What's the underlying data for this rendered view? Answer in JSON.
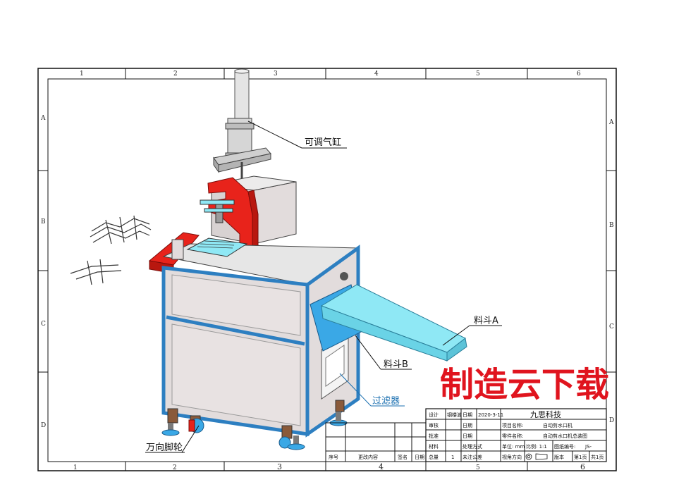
{
  "border": {
    "top_columns": [
      "1",
      "2",
      "3",
      "4",
      "5",
      "6"
    ],
    "bottom_columns": [
      "1",
      "2",
      "3",
      "4",
      "5",
      "6"
    ],
    "left_rows": [
      "A",
      "B",
      "C",
      "D"
    ],
    "right_rows": [
      "A",
      "B",
      "C",
      "D"
    ]
  },
  "callouts": {
    "cylinder": "可调气缸",
    "hopper_a": "料斗A",
    "hopper_b": "料斗B",
    "filter": "过滤器",
    "casters": "万向脚轮"
  },
  "title_block": {
    "company": "九思科技",
    "row_design": "设计",
    "row_design_name": "钢楼波",
    "row_date_label": "日期",
    "row_date_value": "2020-3-11",
    "row_review": "审核",
    "row_review_date": "日期",
    "row_approve": "批准",
    "row_approve_date": "日期",
    "row_material": "材料",
    "row_process": "处理方式",
    "row_weight": "总量",
    "row_weight_value": "1",
    "row_tolerance": "未注公差",
    "project_label": "项目名称:",
    "project_value": "自动剪水口机",
    "part_label": "零件名称:",
    "part_value": "自动剪水口机总装图",
    "unit_label": "单位: mm",
    "scale_label": "比例: 1:1",
    "drawing_no_label": "图纸编号:",
    "drawing_no_value": "JS-",
    "projection_label": "视角方向",
    "version_label": "版本",
    "sheet_label": "第1页",
    "total_label": "共1页",
    "bottom_seq": "序号",
    "bottom_change": "更改内容",
    "bottom_sign": "签名",
    "bottom_date": "日期"
  },
  "watermark": "制造云下载",
  "colors": {
    "frame_blue": "#2d7fc1",
    "panel_grey": "#e2dcdc",
    "press_red": "#e8231b",
    "hopper_cyan": "#8fe8f5",
    "steel_grey": "#c8c8c8",
    "watermark_red": "#e0141e"
  }
}
